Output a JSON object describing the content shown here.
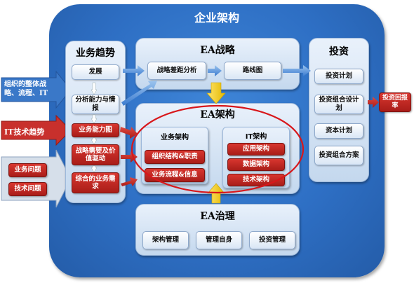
{
  "title": "企业架构",
  "left_inputs": {
    "org_arrow": "组织的整体战略、流程、IT",
    "it_arrow": "IT技术趋势",
    "issues": [
      "业务问题",
      "技术问题"
    ]
  },
  "business_trends": {
    "title": "业务趋势",
    "items": [
      "发展",
      "分析能力与情报",
      "业务能力图",
      "战略需要及价值驱动",
      "综合的业务需求"
    ]
  },
  "ea_strategy": {
    "title": "EA战略",
    "items": [
      "战略差距分析",
      "路线图"
    ]
  },
  "ea_architecture": {
    "title": "EA架构",
    "business": {
      "title": "业务架构",
      "items": [
        "组织结构&职责",
        "业务流程&信息"
      ]
    },
    "it": {
      "title": "IT架构",
      "items": [
        "应用架构",
        "数据架构",
        "技术架构"
      ]
    }
  },
  "ea_governance": {
    "title": "EA治理",
    "items": [
      "架构管理",
      "管理自身",
      "投资管理"
    ]
  },
  "investment": {
    "title": "投资",
    "items": [
      "投资计划",
      "投资组合设计划",
      "资本计划",
      "投资组合方案"
    ]
  },
  "roi": "投资回报率",
  "colors": {
    "outer_blue": "#2e6fc4",
    "red": "#c0282a",
    "yellow_arrow": "#f5d400",
    "light_panel": "#dce8f6"
  }
}
